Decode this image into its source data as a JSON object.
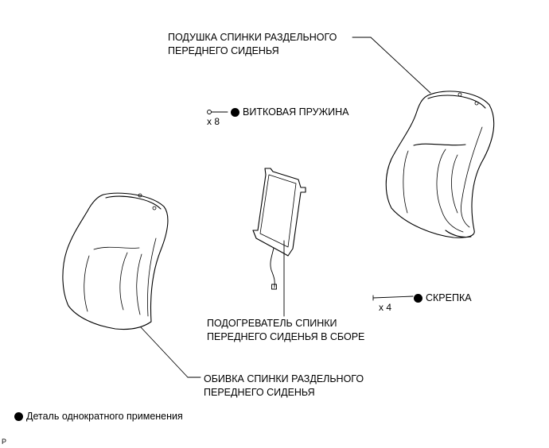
{
  "labels": {
    "cushion": [
      "ПОДУШКА СПИНКИ РАЗДЕЛЬНОГО",
      "ПЕРЕДНЕГО СИДЕНЬЯ"
    ],
    "spring": "ВИТКОВАЯ ПРУЖИНА",
    "spring_qty": "x 8",
    "clip": "СКРЕПКА",
    "clip_qty": "x 4",
    "heater": [
      "ПОДОГРЕВАТЕЛЬ СПИНКИ",
      "ПЕРЕДНЕГО СИДЕНЬЯ В СБОРЕ"
    ],
    "cover": [
      "ОБИВКА СПИНКИ РАЗДЕЛЬНОГО",
      "ПЕРЕДНЕГО СИДЕНЬЯ"
    ]
  },
  "legend": {
    "text": "Деталь однократного применения"
  },
  "ref_code": "P"
}
